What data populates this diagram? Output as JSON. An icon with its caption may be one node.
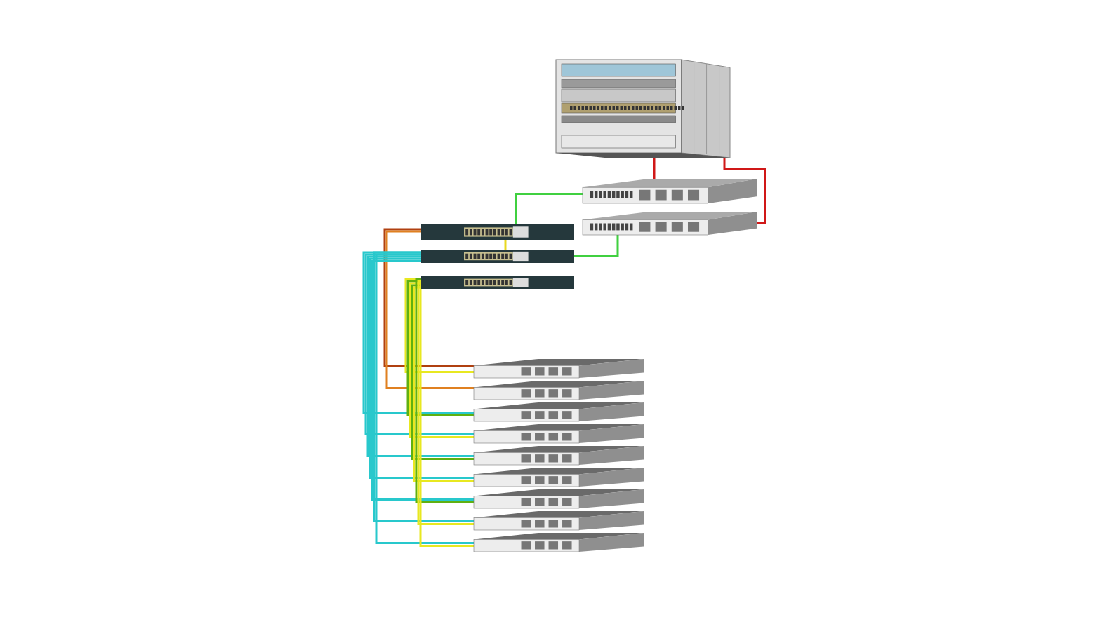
{
  "diagram": {
    "nodes": [
      {
        "text": [],
        "shape": "picture"
      },
      {
        "text": [],
        "shape": "picture"
      },
      {
        "text": [],
        "shape": "picture"
      },
      {
        "text": [],
        "shape": "picture"
      },
      {
        "text": [],
        "shape": "picture"
      },
      {
        "text": [],
        "shape": "picture"
      },
      {
        "text": [],
        "shape": "picture"
      },
      {
        "text": [],
        "shape": "picture"
      },
      {
        "text": [],
        "shape": "picture"
      },
      {
        "text": [],
        "shape": "picture"
      },
      {
        "text": [],
        "shape": "picture"
      },
      {
        "text": [],
        "shape": "picture"
      },
      {
        "text": [],
        "shape": "picture"
      },
      {
        "text": [],
        "shape": "picture"
      },
      {
        "text": [],
        "shape": "picture"
      }
    ],
    "edges": [
      {
        "from": 0,
        "to": 1,
        "arrow": "none",
        "color": "#d01818"
      },
      {
        "from": 0,
        "to": 2,
        "arrow": "none",
        "color": "#d01818"
      },
      {
        "from": 1,
        "to": 3,
        "arrow": "none",
        "color": "#40d040"
      },
      {
        "from": 2,
        "to": 4,
        "arrow": "none",
        "color": "#40d040"
      },
      {
        "from": 3,
        "to": 4,
        "arrow": "none",
        "color": "#e8d820"
      },
      {
        "from": 3,
        "to": 6,
        "arrow": "none",
        "color": "#b04010"
      },
      {
        "from": 3,
        "to": 7,
        "arrow": "none",
        "color": "#e08020"
      },
      {
        "from": 4,
        "to": 8,
        "arrow": "none"
      },
      {
        "from": 4,
        "to": 9,
        "arrow": "none"
      },
      {
        "from": 4,
        "to": 10,
        "arrow": "none"
      },
      {
        "from": 4,
        "to": 11,
        "arrow": "none"
      },
      {
        "from": 4,
        "to": 12,
        "arrow": "none"
      },
      {
        "from": 4,
        "to": 13,
        "arrow": "none"
      },
      {
        "from": 4,
        "to": 14,
        "arrow": "none"
      },
      {
        "from": 5,
        "to": 6,
        "arrow": "none",
        "color": "#e8e820"
      },
      {
        "from": 5,
        "to": 8,
        "arrow": "none",
        "color": "#60b010"
      },
      {
        "from": 5,
        "to": 9,
        "arrow": "none",
        "color": "#e8e820"
      },
      {
        "from": 5,
        "to": 10,
        "arrow": "none",
        "color": "#60b010"
      },
      {
        "from": 5,
        "to": 11,
        "arrow": "none",
        "color": "#e8e820"
      },
      {
        "from": 5,
        "to": 12,
        "arrow": "none",
        "color": "#60b010"
      },
      {
        "from": 5,
        "to": 13,
        "arrow": "none",
        "color": "#e8e820"
      },
      {
        "from": 5,
        "to": 14,
        "arrow": "none",
        "color": "#e8e820"
      }
    ]
  }
}
